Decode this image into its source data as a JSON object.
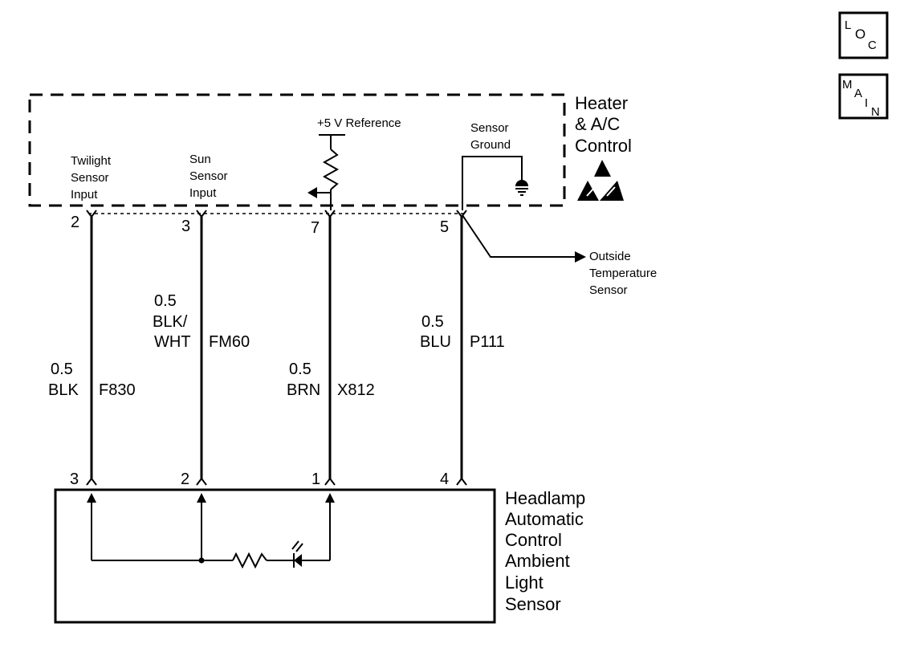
{
  "nav_badges": {
    "loc": {
      "l1": "L",
      "l2": "O",
      "l3": "C"
    },
    "main": {
      "l1": "M",
      "l2": "A",
      "l3": "I",
      "l4": "N"
    }
  },
  "hvac_module": {
    "name_line1": "Heater",
    "name_line2": "& A/C",
    "name_line3": "Control",
    "icon": "esd-sensitive-icon",
    "twilight": {
      "l1": "Twilight",
      "l2": "Sensor",
      "l3": "Input"
    },
    "sun": {
      "l1": "Sun",
      "l2": "Sensor",
      "l3": "Input"
    },
    "reference": "+5 V Reference",
    "ground": {
      "l1": "Sensor",
      "l2": "Ground"
    }
  },
  "pins_top": [
    "2",
    "3",
    "7",
    "5"
  ],
  "pins_bottom": [
    "3",
    "2",
    "1",
    "4"
  ],
  "wires": {
    "w1": {
      "size": "0.5",
      "color": "BLK",
      "circuit": "F830"
    },
    "w2": {
      "size": "0.5",
      "color1": "BLK/",
      "color2": "WHT",
      "circuit": "FM60"
    },
    "w3": {
      "size": "0.5",
      "color": "BRN",
      "circuit": "X812"
    },
    "w4": {
      "size": "0.5",
      "color": "BLU",
      "circuit": "P111"
    }
  },
  "outside_sensor": {
    "l1": "Outside",
    "l2": "Temperature",
    "l3": "Sensor"
  },
  "light_sensor": {
    "l1": "Headlamp",
    "l2": "Automatic",
    "l3": "Control",
    "l4": "Ambient",
    "l5": "Light",
    "l6": "Sensor"
  }
}
